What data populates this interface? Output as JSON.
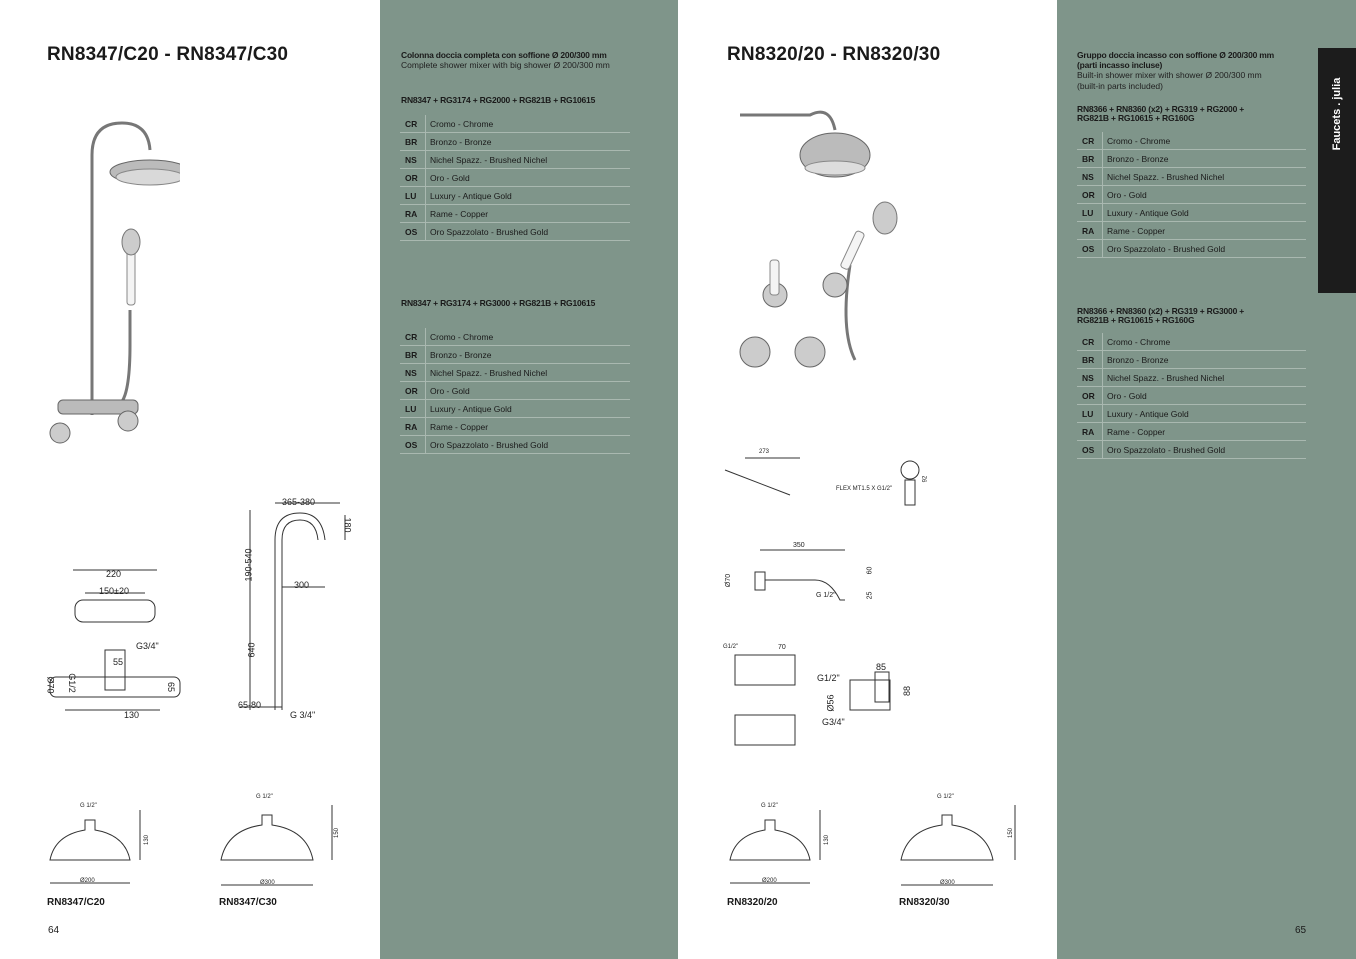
{
  "left": {
    "title": "RN8347/C20 - RN8347/C30",
    "subtitle_it": "Colonna doccia completa con soffione Ø 200/300 mm",
    "subtitle_en": "Complete shower mixer with big shower Ø 200/300 mm",
    "combos": [
      {
        "code": "RN8347 + RG3174 + RG2000 + RG821B + RG10615"
      },
      {
        "code": "RN8347 + RG3174 + RG3000 + RG821B + RG10615"
      }
    ],
    "heads": [
      {
        "label": "RN8347/C20",
        "conn": "G 1/2\"",
        "height": "130",
        "dia": "Ø200"
      },
      {
        "label": "RN8347/C30",
        "conn": "G 1/2\"",
        "height": "150",
        "dia": "Ø300"
      }
    ],
    "dims": [
      "365-380",
      "180",
      "190-540",
      "300",
      "640",
      "65-80",
      "G 3/4\"",
      "220",
      "150±20",
      "G3/4\"",
      "55",
      "Ø70",
      "G1/2",
      "65",
      "130"
    ],
    "page": "64"
  },
  "right": {
    "title": "RN8320/20 - RN8320/30",
    "subtitle_it": "Gruppo doccia incasso con soffione Ø 200/300 mm",
    "subtitle_it2": "(parti incasso incluse)",
    "subtitle_en": "Built-in shower mixer with shower Ø 200/300 mm",
    "subtitle_en2": "(built-in parts included)",
    "combos": [
      {
        "l1": "RN8366 + RN8360 (x2) + RG319 + RG2000 +",
        "l2": "RG821B + RG10615 + RG160G"
      },
      {
        "l1": "RN8366 + RN8360 (x2) + RG319 + RG3000 +",
        "l2": "RG821B + RG10615 + RG160G"
      }
    ],
    "heads": [
      {
        "label": "RN8320/20",
        "conn": "G 1/2\"",
        "height": "130",
        "dia": "Ø200"
      },
      {
        "label": "RN8320/30",
        "conn": "G 1/2\"",
        "height": "150",
        "dia": "Ø300"
      }
    ],
    "dims": [
      "273",
      "FLEX MT1.5 X G1/2\"",
      "92",
      "350",
      "60",
      "25",
      "G 1/2\"",
      "Ø70",
      "70",
      "G1/2\"",
      "85",
      "88",
      "Ø56",
      "G3/4\""
    ],
    "page": "65"
  },
  "finishes": [
    {
      "code": "CR",
      "name": "Cromo - Chrome"
    },
    {
      "code": "BR",
      "name": "Bronzo - Bronze"
    },
    {
      "code": "NS",
      "name": "Nichel Spazz. - Brushed Nichel"
    },
    {
      "code": "OR",
      "name": "Oro - Gold"
    },
    {
      "code": "LU",
      "name": "Luxury - Antique Gold"
    },
    {
      "code": "RA",
      "name": "Rame - Copper"
    },
    {
      "code": "OS",
      "name": "Oro Spazzolato - Brushed Gold"
    }
  ],
  "side_tab": "Faucets . julia"
}
